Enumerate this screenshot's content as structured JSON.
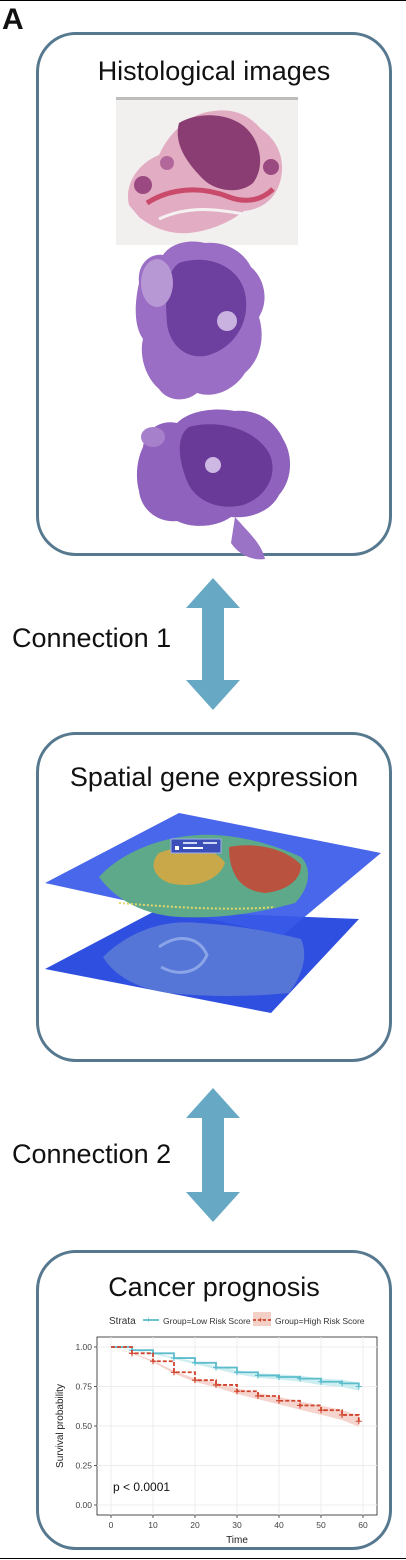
{
  "panel_letter": "A",
  "cards": {
    "histology": {
      "title": "Histological images"
    },
    "spatial": {
      "title": "Spatial gene expression"
    },
    "prognosis": {
      "title": "Cancer prognosis"
    }
  },
  "connections": {
    "first": "Connection 1",
    "second": "Connection 2"
  },
  "colors": {
    "card_border": "#56798f",
    "arrow": "#67a9c4",
    "low_risk": "#5bbccc",
    "high_risk": "#d0442e",
    "spatial_plane": "#2f4fe0"
  },
  "chart_data": {
    "type": "line",
    "title": "",
    "xlabel": "Time",
    "ylabel": "Survival probability",
    "xlim": [
      0,
      60
    ],
    "ylim": [
      0,
      1
    ],
    "xticks": [
      "0",
      "10",
      "20",
      "30",
      "40",
      "50",
      "60"
    ],
    "yticks": [
      "0.00",
      "0.25",
      "0.50",
      "0.75",
      "1.00"
    ],
    "legend_title": "Strata",
    "legend_position": "top",
    "annotation": "p < 0.0001",
    "series": [
      {
        "name": "Group=Low Risk Score",
        "x": [
          0,
          5,
          10,
          15,
          20,
          25,
          30,
          35,
          40,
          45,
          50,
          55,
          59
        ],
        "y": [
          1.0,
          0.98,
          0.96,
          0.93,
          0.9,
          0.87,
          0.84,
          0.82,
          0.81,
          0.8,
          0.78,
          0.77,
          0.75
        ]
      },
      {
        "name": "Group=High Risk Score",
        "x": [
          0,
          5,
          10,
          15,
          20,
          25,
          30,
          35,
          40,
          45,
          50,
          55,
          59
        ],
        "y": [
          1.0,
          0.96,
          0.91,
          0.84,
          0.79,
          0.76,
          0.72,
          0.69,
          0.66,
          0.63,
          0.6,
          0.57,
          0.53
        ]
      }
    ]
  }
}
